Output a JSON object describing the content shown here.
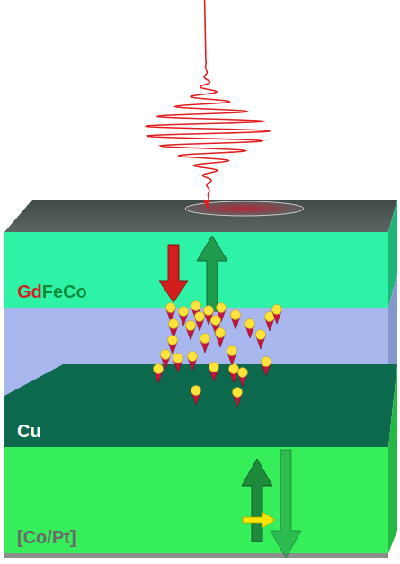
{
  "diagram": {
    "nodes": [
      {
        "text": [
          "GdFeCo"
        ]
      },
      {
        "text": [
          "Cu"
        ]
      },
      {
        "text": [
          "[Co/Pt]"
        ]
      }
    ]
  }
}
